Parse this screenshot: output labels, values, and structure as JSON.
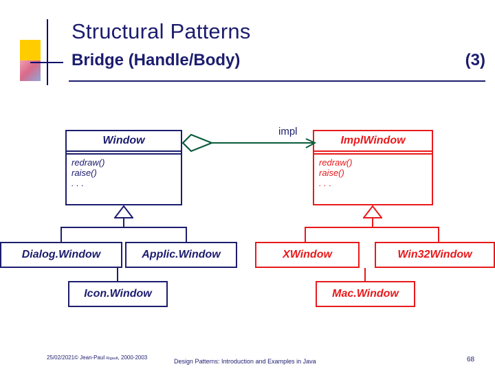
{
  "slide": {
    "title": "Structural Patterns",
    "subtitle_pattern": "Bridge",
    "subtitle_paren": "(Handle/Body)",
    "counter": "(3)",
    "footer": {
      "date": "25/02/2021",
      "copyright_prefix": "© Jean-Paul ",
      "copyright_small": "Rigault",
      "copyright_suffix": ", 2000-2003",
      "center": "Design Patterns: Introduction and Examples in Java",
      "page": "68"
    }
  },
  "colors": {
    "navy": "#1c1c6e",
    "red": "#e8191b",
    "green": "#0a5b3b",
    "yellow": "#ffcc00"
  },
  "diagram": {
    "association_label": "impl",
    "boxes": [
      {
        "id": "window",
        "name": "Window",
        "operations": [
          "redraw()",
          "raise()",
          ". . ."
        ],
        "color": "navy",
        "italic": true
      },
      {
        "id": "impl-window",
        "name": "ImplWindow",
        "operations": [
          "redraw()",
          "raise()",
          ". . ."
        ],
        "color": "red",
        "italic": true
      },
      {
        "id": "dialog-window",
        "name": "Dialog.Window",
        "operations": [],
        "color": "navy",
        "italic": true
      },
      {
        "id": "applic-window",
        "name": "Applic.Window",
        "operations": [],
        "color": "navy",
        "italic": true
      },
      {
        "id": "x-window",
        "name": "XWindow",
        "operations": [],
        "color": "red",
        "italic": true
      },
      {
        "id": "win32-window",
        "name": "Win32Window",
        "operations": [],
        "color": "red",
        "italic": true
      },
      {
        "id": "icon-window",
        "name": "Icon.Window",
        "operations": [],
        "color": "navy",
        "italic": true
      },
      {
        "id": "mac-window",
        "name": "Mac.Window",
        "operations": [],
        "color": "red",
        "italic": true
      }
    ]
  }
}
